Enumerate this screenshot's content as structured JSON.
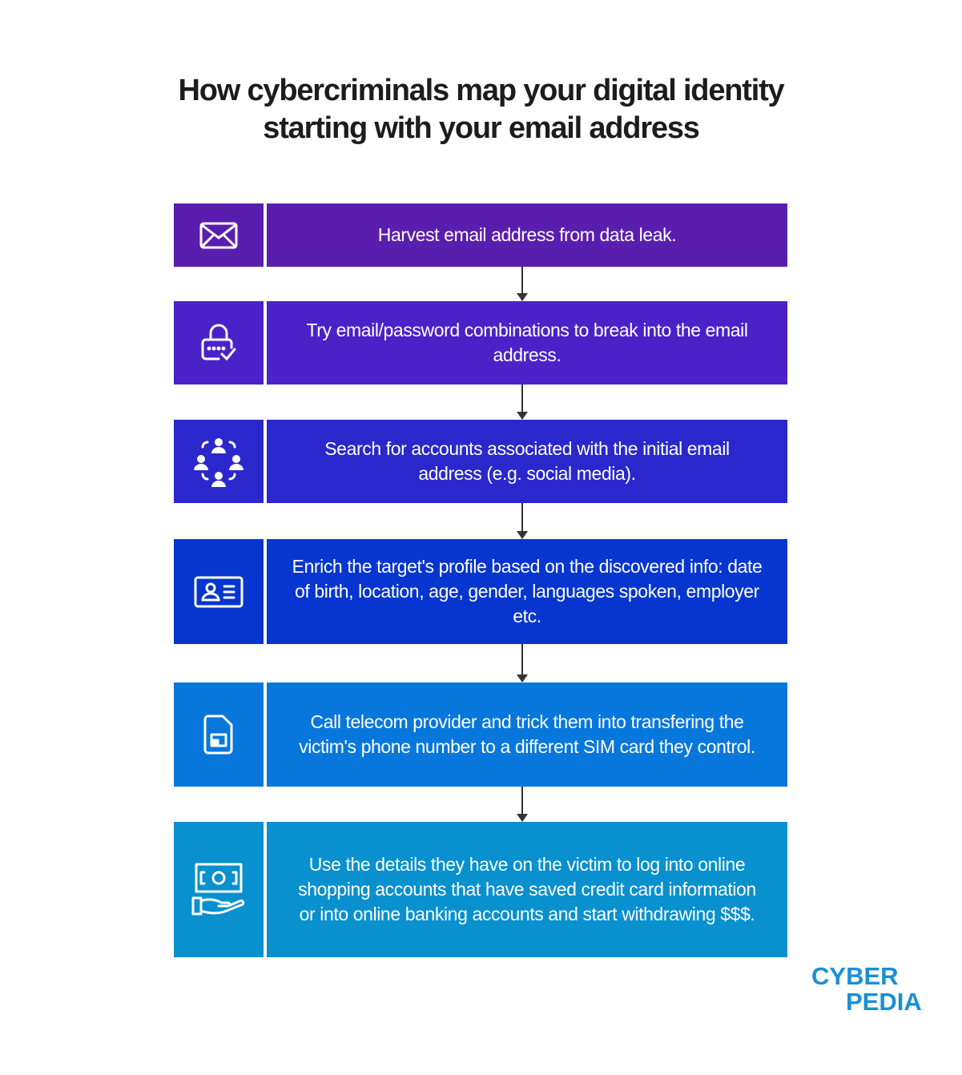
{
  "title_line1": "How cybercriminals map your digital identity",
  "title_line2": "starting with your email address",
  "steps": [
    {
      "icon": "envelope-icon",
      "color": "#5a1eae",
      "text": "Harvest email address from data leak."
    },
    {
      "icon": "lock-check-icon",
      "color": "#4a22c8",
      "text": "Try email/password combinations to break into the email address."
    },
    {
      "icon": "people-network-icon",
      "color": "#2a28cc",
      "text": "Search for accounts associated with the initial email address (e.g. social media)."
    },
    {
      "icon": "id-card-icon",
      "color": "#0636cf",
      "text": "Enrich the target's profile based on the discovered info: date of birth, location, age, gender, languages spoken, employer etc."
    },
    {
      "icon": "sim-card-icon",
      "color": "#0877dc",
      "text": "Call telecom provider and trick them into transfering the victim's phone number to a different SIM card they control."
    },
    {
      "icon": "cash-hand-icon",
      "color": "#0890cf",
      "text": "Use the details they have on the victim to log into online shopping accounts that have saved credit card information or into online banking accounts and start withdrawing $$$."
    }
  ],
  "logo": {
    "line1": "CYBER",
    "line2": "PEDIA",
    "color": "#1a8fd6"
  }
}
